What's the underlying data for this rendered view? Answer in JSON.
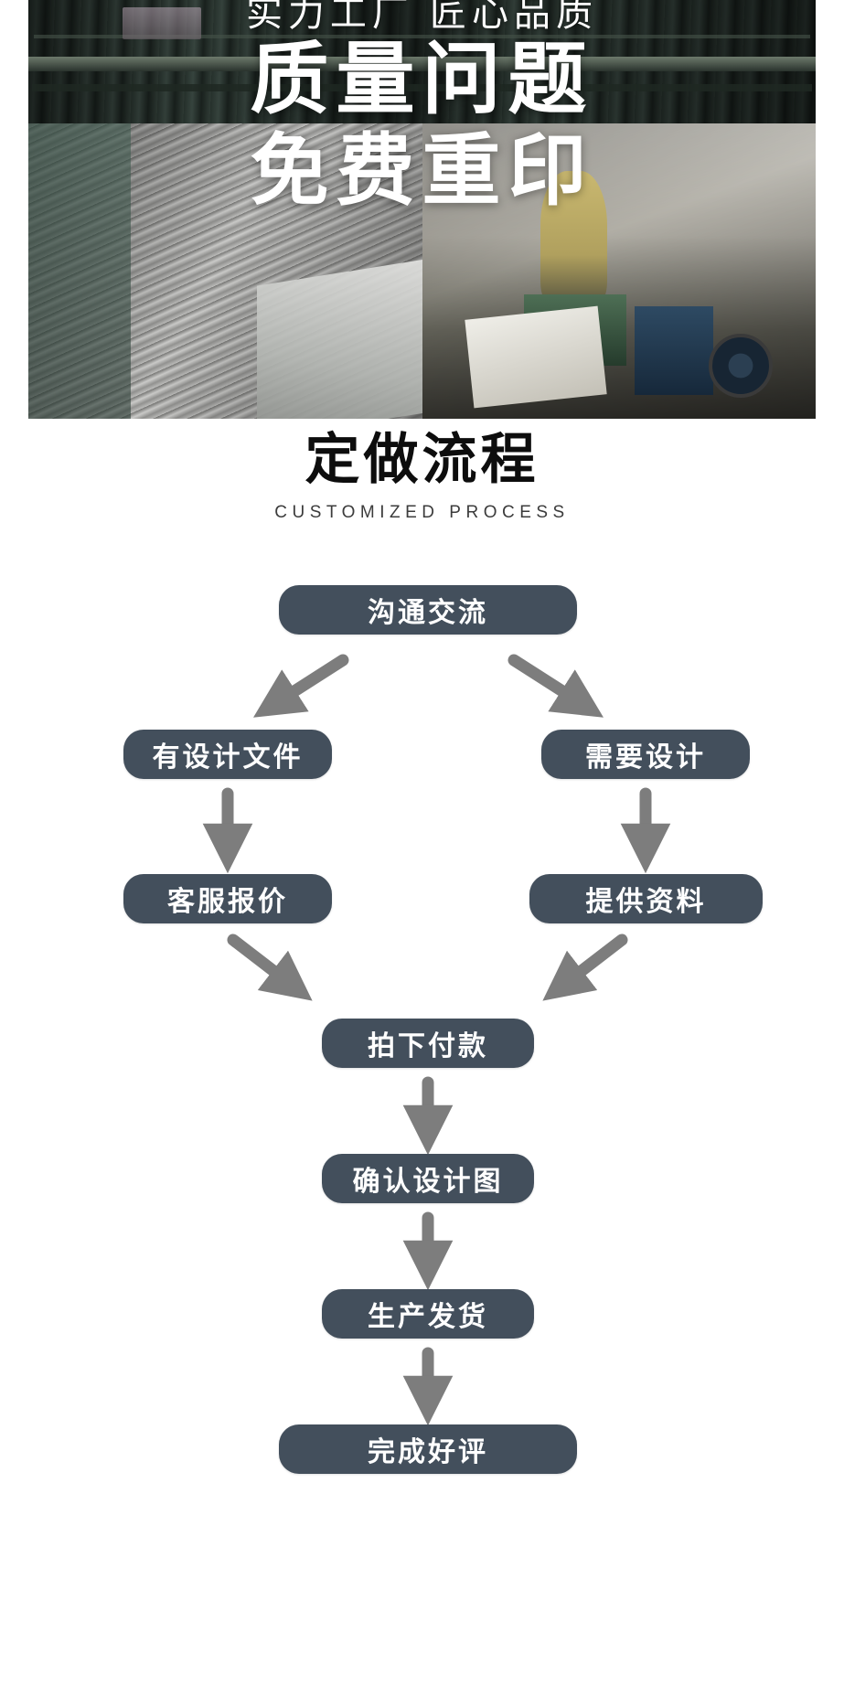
{
  "banner": {
    "top_line": "实力工厂 匠心品质",
    "headline_line1": "质量问题",
    "headline_line2": "免费重印"
  },
  "section": {
    "title_cn": "定做流程",
    "title_en": "CUSTOMIZED PROCESS"
  },
  "colors": {
    "node_fill": "#434f5c",
    "node_text": "#ffffff",
    "arrow": "#7d7d7d",
    "title_text": "#0d0d0d",
    "page_background": "#ffffff"
  },
  "flow": {
    "nodes": [
      {
        "id": "communicate",
        "label": "沟通交流",
        "row": 0
      },
      {
        "id": "has-design",
        "label": "有设计文件",
        "row": 1
      },
      {
        "id": "need-design",
        "label": "需要设计",
        "row": 1
      },
      {
        "id": "service-quote",
        "label": "客服报价",
        "row": 2
      },
      {
        "id": "provide-info",
        "label": "提供资料",
        "row": 2
      },
      {
        "id": "order-pay",
        "label": "拍下付款",
        "row": 3
      },
      {
        "id": "confirm-art",
        "label": "确认设计图",
        "row": 4
      },
      {
        "id": "produce-ship",
        "label": "生产发货",
        "row": 5
      },
      {
        "id": "finish-review",
        "label": "完成好评",
        "row": 6
      }
    ],
    "edges": [
      {
        "from": "communicate",
        "to": "has-design",
        "direction": "down-left"
      },
      {
        "from": "communicate",
        "to": "need-design",
        "direction": "down-right"
      },
      {
        "from": "has-design",
        "to": "service-quote",
        "direction": "down"
      },
      {
        "from": "need-design",
        "to": "provide-info",
        "direction": "down"
      },
      {
        "from": "service-quote",
        "to": "order-pay",
        "direction": "down-right"
      },
      {
        "from": "provide-info",
        "to": "order-pay",
        "direction": "down-left"
      },
      {
        "from": "order-pay",
        "to": "confirm-art",
        "direction": "down"
      },
      {
        "from": "confirm-art",
        "to": "produce-ship",
        "direction": "down"
      },
      {
        "from": "produce-ship",
        "to": "finish-review",
        "direction": "down"
      }
    ]
  }
}
